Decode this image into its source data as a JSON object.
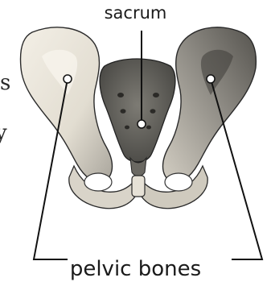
{
  "diagram": {
    "labels": {
      "top": "sacrum",
      "bottom": "pelvic bones"
    },
    "cropped_text": [
      "s",
      "y"
    ],
    "colors": {
      "bone_light": "#ece7dc",
      "bone_mid": "#c9c3b6",
      "bone_dark": "#6b6a64",
      "sacrum": "#5f5f58",
      "line": "#111111"
    }
  }
}
